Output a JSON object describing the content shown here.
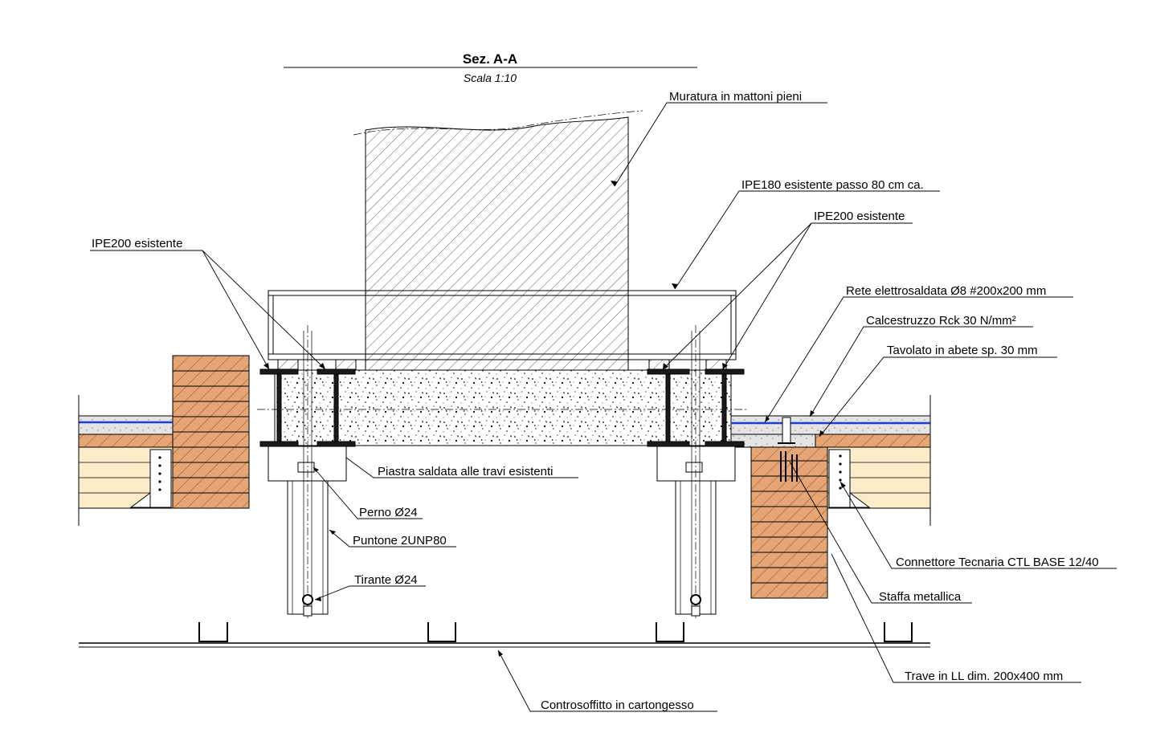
{
  "title": "Sez. A-A",
  "scale": "Scala 1:10",
  "labels": {
    "muratura": "Muratura in mattoni pieni",
    "ipe180": "IPE180 esistente passo 80 cm ca.",
    "ipe200_right": "IPE200 esistente",
    "ipe200_left": "IPE200 esistente",
    "rete": "Rete elettrosaldata Ø8 #200x200 mm",
    "cls": "Calcestruzzo Rck 30 N/mm²",
    "tavolato": "Tavolato in abete sp. 30 mm",
    "piastra": "Piastra saldata alle travi esistenti",
    "perno": "Perno Ø24",
    "puntone": "Puntone 2UNP80",
    "tirante": "Tirante Ø24",
    "connettore": "Connettore Tecnaria CTL BASE 12/40",
    "staffa": "Staffa metallica",
    "trave": "Trave in LL dim. 200x400 mm",
    "controsoffitto": "Controsoffitto in cartongesso"
  },
  "colors": {
    "wood_beam": "#e6a574",
    "wood_light": "#fcedc8",
    "concrete": "#e4e4e4",
    "mesh": "#1e3fd0",
    "steel": "#1a1a1a"
  }
}
